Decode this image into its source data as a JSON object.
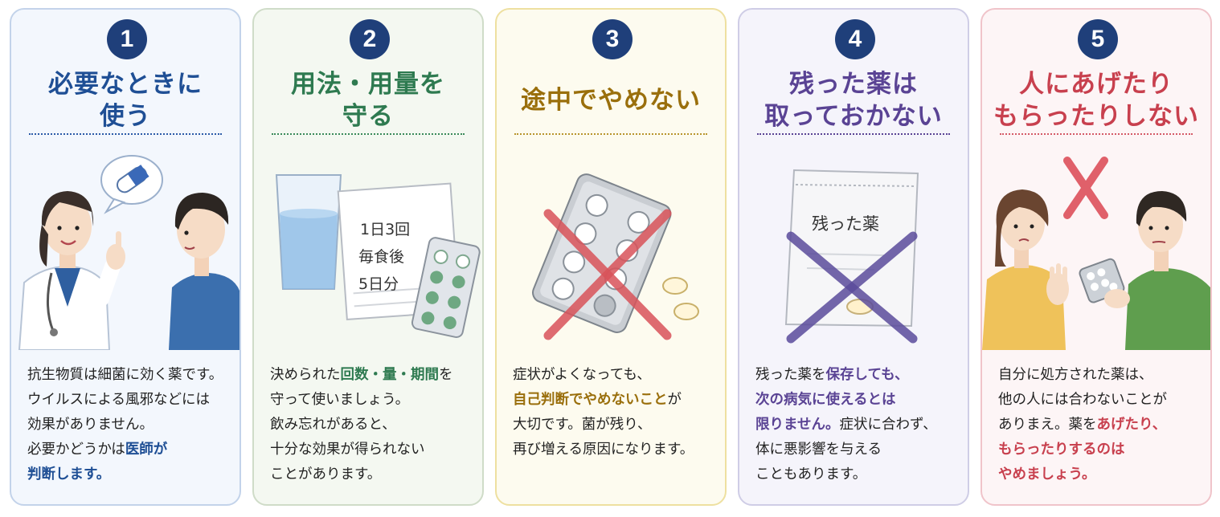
{
  "cards": [
    {
      "number": "1",
      "title": "必要なときに\n使う",
      "desc": [
        {
          "t": "抗生物質は細菌に効く薬です。",
          "hl": false
        },
        {
          "t": "\nウイルスによる風邪などには\n効果がありません。\n必要かどうかは",
          "hl": false
        },
        {
          "t": "医師が\n判断します。",
          "hl": true
        }
      ]
    },
    {
      "number": "2",
      "title": "用法・用量を\n守る",
      "calendar": {
        "line1": "1日3回",
        "line2": "毎食後",
        "line3": "5日分"
      },
      "desc": [
        {
          "t": "決められた",
          "hl": false
        },
        {
          "t": "回数・量・期間",
          "hl": true
        },
        {
          "t": "を\n守って使いましょう。\n飲み忘れがあると、\n十分な効果が得られない\nことがあります。",
          "hl": false
        }
      ]
    },
    {
      "number": "3",
      "title": "途中でやめない",
      "desc": [
        {
          "t": "症状がよくなっても、\n",
          "hl": false
        },
        {
          "t": "自己判断でやめないこと",
          "hl": true
        },
        {
          "t": "が\n大切です。菌が残り、\n再び増える原因になります。",
          "hl": false
        }
      ]
    },
    {
      "number": "4",
      "title": "残った薬は\n取っておかない",
      "bag_label": "残った薬",
      "desc": [
        {
          "t": "残った薬を",
          "hl": false
        },
        {
          "t": "保存しても、\n次の病気に使えるとは\n限りません。",
          "hl": true
        },
        {
          "t": "症状に合わず、\n体に悪影響を与える\nこともあります。",
          "hl": false
        }
      ]
    },
    {
      "number": "5",
      "title": "人にあげたり\nもらったりしない",
      "desc": [
        {
          "t": "自分に処方された薬は、\n他の人には合わないことが\nありまえ。薬を",
          "hl": false
        },
        {
          "t": "あげたり、\nもらったりするのは\nやめましょう。",
          "hl": true
        }
      ]
    }
  ]
}
